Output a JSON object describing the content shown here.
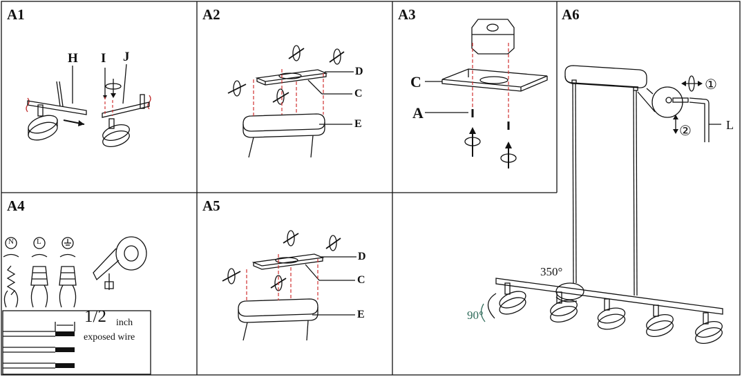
{
  "panels": {
    "a1": {
      "title": "A1",
      "labels": {
        "h": "H",
        "i": "I",
        "j": "J"
      }
    },
    "a2": {
      "title": "A2",
      "labels": {
        "d": "D",
        "c": "C",
        "e": "E"
      }
    },
    "a3": {
      "title": "A3",
      "labels": {
        "c": "C",
        "a": "A"
      }
    },
    "a4": {
      "title": "A4",
      "symbols": {
        "n": "N",
        "l": "L"
      },
      "fraction": "1/2",
      "unit": "inch",
      "caption": "exposed wire"
    },
    "a5": {
      "title": "A5",
      "labels": {
        "d": "D",
        "c": "C",
        "e": "E"
      }
    },
    "a6": {
      "title": "A6",
      "labels": {
        "l": "L",
        "step1": "①",
        "step2": "②",
        "rotate_arm": "350°",
        "tilt_head": "90°"
      }
    }
  },
  "colors": {
    "line": "#111111",
    "guide": "#d03030",
    "accent": "#2f6b5a"
  }
}
